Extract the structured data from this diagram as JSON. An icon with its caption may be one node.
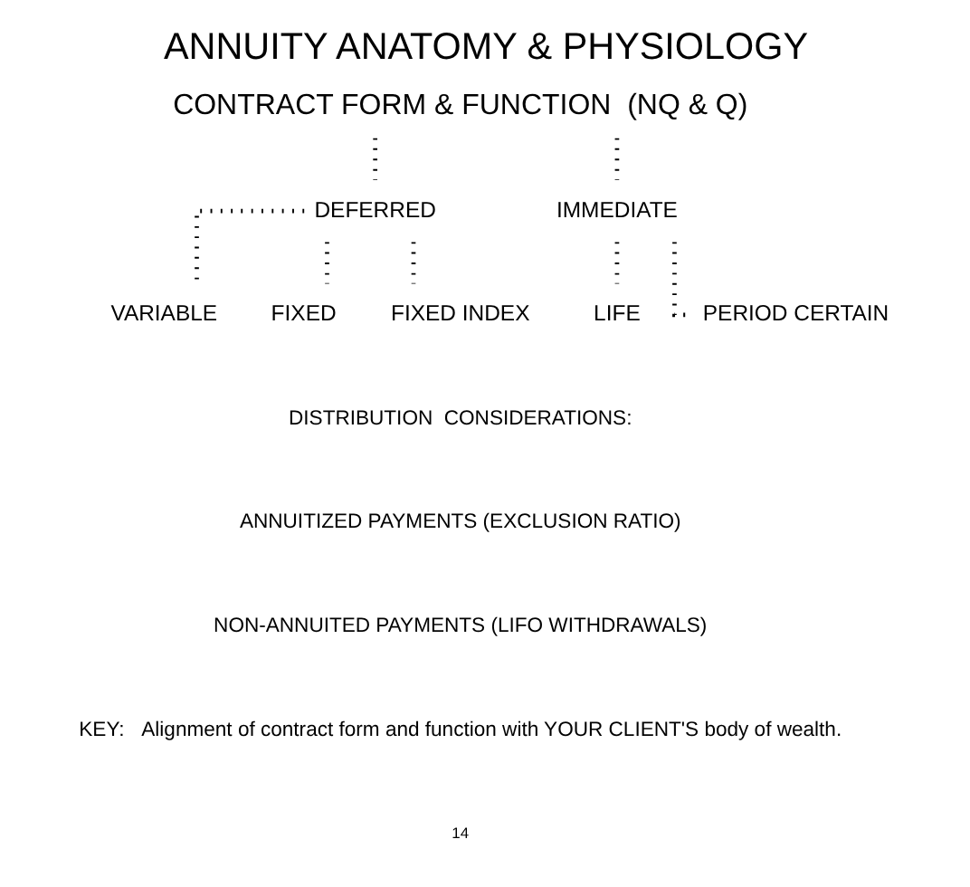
{
  "diagram": {
    "title": "ANNUITY ANATOMY & PHYSIOLOGY",
    "nodes": [
      {
        "text": [
          "CONTRACT FORM & FUNCTION  (NQ & Q)"
        ]
      },
      {
        "text": [
          "DEFERRED"
        ]
      },
      {
        "text": [
          "IMMEDIATE"
        ]
      },
      {
        "text": [
          "VARIABLE"
        ]
      },
      {
        "text": [
          "FIXED"
        ]
      },
      {
        "text": [
          "FIXED INDEX"
        ]
      },
      {
        "text": [
          "LIFE"
        ]
      },
      {
        "text": [
          "PERIOD CERTAIN"
        ]
      }
    ],
    "edges": [
      {
        "from": 0,
        "to": 1,
        "arrow": "none"
      },
      {
        "from": 0,
        "to": 2,
        "arrow": "none"
      },
      {
        "from": 1,
        "to": 3,
        "arrow": "none"
      },
      {
        "from": 1,
        "to": 4,
        "arrow": "none"
      },
      {
        "from": 1,
        "to": 5,
        "arrow": "none"
      },
      {
        "from": 2,
        "to": 6,
        "arrow": "none"
      },
      {
        "from": 2,
        "to": 7,
        "arrow": "none"
      }
    ],
    "labels": [
      "DISTRIBUTION  CONSIDERATIONS:",
      "ANNUITIZED PAYMENTS (EXCLUSION RATIO)",
      "NON-ANNUITED PAYMENTS (LIFO WITHDRAWALS)",
      "KEY:   Alignment of contract form and function with YOUR CLIENT'S body of wealth.",
      "14"
    ]
  }
}
